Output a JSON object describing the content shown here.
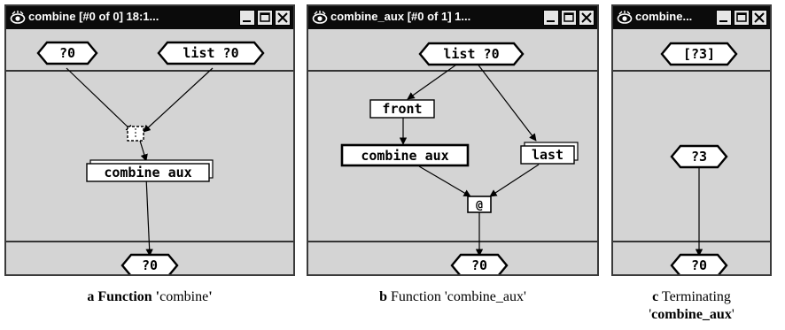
{
  "windows": [
    {
      "title": "combine [#0 of 0]  18:1...",
      "nodes": {
        "in1": "?0",
        "in2": "list ?0",
        "call": "combine aux",
        "out": "?0"
      }
    },
    {
      "title": "combine_aux [#0 of 1]  1...",
      "nodes": {
        "in1": "list ?0",
        "front": "front",
        "last": "last",
        "call": "combine aux",
        "append": "@",
        "out": "?0"
      }
    },
    {
      "title": "combine...",
      "nodes": {
        "in1": "[?3]",
        "mid": "?3",
        "out": "?0"
      }
    }
  ],
  "captions": {
    "a": {
      "letter": "a",
      "text1": "Function '",
      "text2": "combine",
      "text3": "'"
    },
    "b": {
      "letter": "b",
      "text": "Function 'combine_aux'"
    },
    "c": {
      "letter": "c",
      "line1": "Terminating",
      "line2a": "'",
      "line2b": "combine_aux",
      "line2c": "'"
    }
  },
  "icons": [
    "app-eye-icon",
    "minimize-icon",
    "maximize-icon",
    "close-icon"
  ]
}
